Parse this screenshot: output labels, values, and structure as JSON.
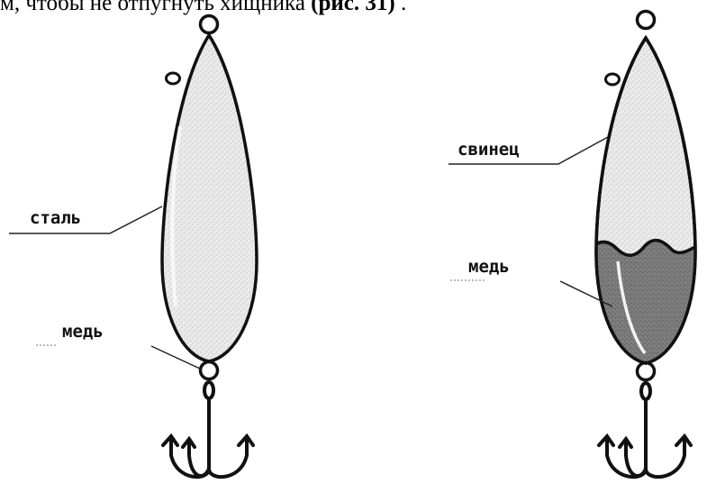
{
  "caption": {
    "text": "м, чтобы не отпугнуть хищника ",
    "ref": "(рис. 31)",
    "tail": " ."
  },
  "figure": {
    "left_lure": {
      "label_body": "сталь",
      "label_ring": "медь"
    },
    "right_lure": {
      "label_top": "свинец",
      "label_bottom": "медь"
    },
    "colors": {
      "outline": "#111111",
      "body_fill": "#e6e6e6",
      "copper_fill": "#7a7a7a"
    }
  }
}
